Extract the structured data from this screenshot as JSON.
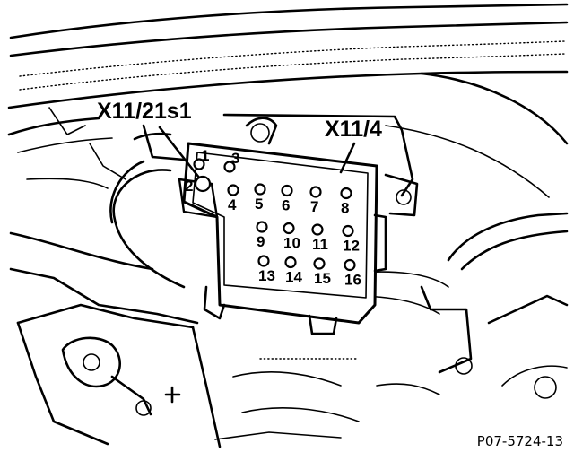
{
  "labels": {
    "switch": "X11/21s1",
    "connector": "X11/4",
    "reference": "P07-5724-13"
  },
  "pins": [
    {
      "n": "1",
      "row": 0,
      "col": 0
    },
    {
      "n": "3",
      "row": 0,
      "col": 1
    },
    {
      "n": "2",
      "row": 1,
      "col": 0
    },
    {
      "n": "4",
      "row": 1,
      "col": 1
    },
    {
      "n": "5",
      "row": 1,
      "col": 2
    },
    {
      "n": "6",
      "row": 1,
      "col": 3
    },
    {
      "n": "7",
      "row": 1,
      "col": 4
    },
    {
      "n": "8",
      "row": 1,
      "col": 5
    },
    {
      "n": "9",
      "row": 2,
      "col": 2
    },
    {
      "n": "10",
      "row": 2,
      "col": 3
    },
    {
      "n": "11",
      "row": 2,
      "col": 4
    },
    {
      "n": "12",
      "row": 2,
      "col": 5
    },
    {
      "n": "13",
      "row": 3,
      "col": 2
    },
    {
      "n": "14",
      "row": 3,
      "col": 3
    },
    {
      "n": "15",
      "row": 3,
      "col": 4
    },
    {
      "n": "16",
      "row": 3,
      "col": 5
    }
  ]
}
